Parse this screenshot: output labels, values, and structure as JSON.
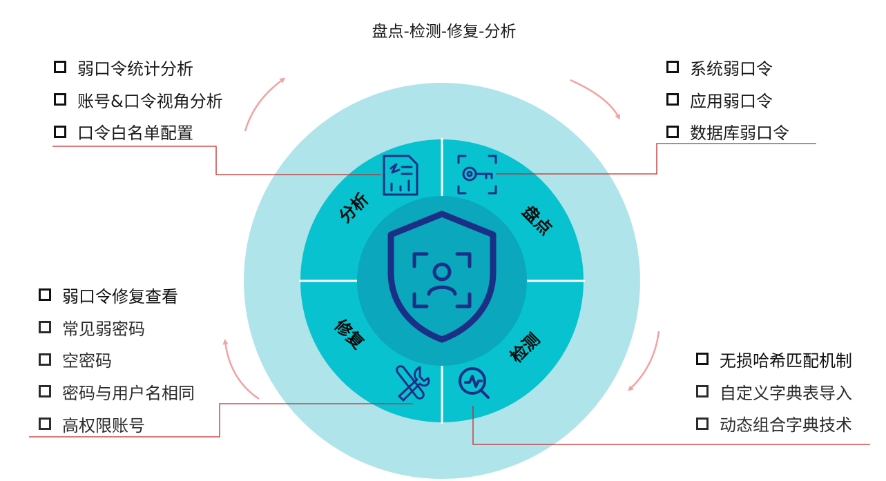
{
  "title": "盘点-检测-修复-分析",
  "segments": {
    "top_left": "分析",
    "top_right": "盘点",
    "bottom_right": "检测",
    "bottom_left": "修复"
  },
  "lists": {
    "analysis": [
      "弱口令统计分析",
      "账号&口令视角分析",
      "口令白名单配置"
    ],
    "inventory": [
      "系统弱口令",
      "应用弱口令",
      "数据库弱口令"
    ],
    "repair": [
      "弱口令修复查看",
      "常见弱密码",
      "空密码",
      "密码与用户名相同",
      "高权限账号"
    ],
    "detection": [
      "无损哈希匹配机制",
      "自定义字典表导入",
      "动态组合字典技术"
    ]
  },
  "icons": {
    "center": "shield-user-icon",
    "analysis": "report-chart-icon",
    "inventory": "key-scan-icon",
    "repair": "tools-icon",
    "detection": "magnifier-pulse-icon",
    "list_marker": "square-bullet-icon",
    "cycle": "curved-arrow-icon"
  },
  "colors": {
    "outer_ring": "#aee4ea",
    "segments": "#08c2d0",
    "inner_disc": "#0aa7bd",
    "icon_navy": "#1b2f86",
    "connector": "#c62828",
    "cycle_arrow": "#f3a1a1",
    "divider": "#ffffff"
  }
}
